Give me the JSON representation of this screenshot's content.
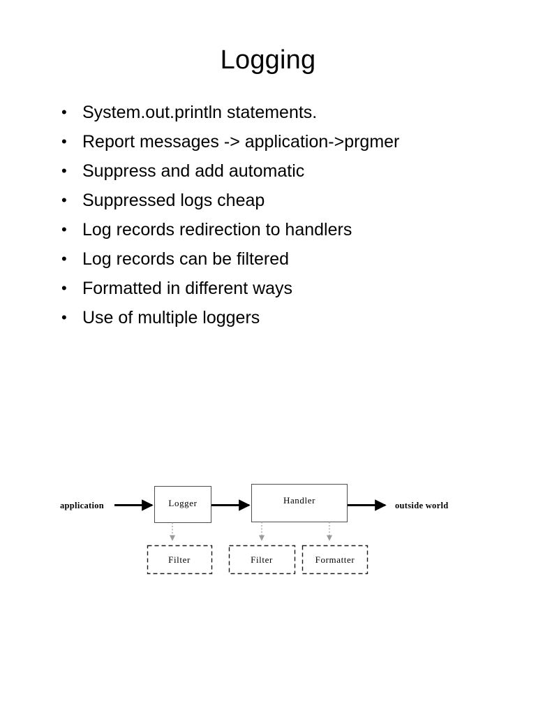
{
  "slide": {
    "title": "Logging",
    "bullet_marker": "•",
    "bullets": [
      "System.out.println statements.",
      "Report messages -> application->prgmer",
      "Suppress and add automatic",
      "Suppressed logs cheap",
      "Log records redirection to handlers",
      "Log records can be filtered",
      "Formatted in different ways",
      "Use of multiple loggers"
    ]
  },
  "diagram": {
    "name": "logging-pipeline",
    "source_label": "application",
    "sink_label": "outside world",
    "nodes": [
      {
        "id": "logger",
        "label": "Logger",
        "style": "solid"
      },
      {
        "id": "handler",
        "label": "Handler",
        "style": "solid"
      }
    ],
    "attachments": [
      {
        "id": "logger-filter",
        "label": "Filter",
        "style": "dashed",
        "parent": "logger"
      },
      {
        "id": "handler-filter",
        "label": "Filter",
        "style": "dashed",
        "parent": "handler"
      },
      {
        "id": "handler-formatter",
        "label": "Formatter",
        "style": "dashed",
        "parent": "handler"
      }
    ]
  },
  "colors": {
    "background": "#ffffff",
    "text": "#000000",
    "solid_border": "#4d4d4d",
    "dashed_border": "#1a1a1a",
    "arrow": "#000000",
    "drop_connector": "#9a9a9a"
  }
}
